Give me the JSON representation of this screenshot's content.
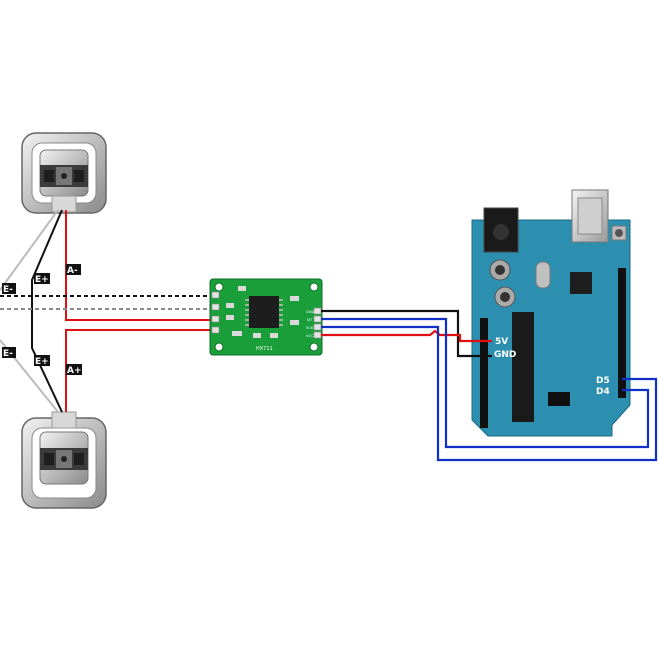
{
  "load_cell_labels": {
    "top_left_em": "E-",
    "top_ep": "E+",
    "top_am": "A-",
    "bottom_left_em": "E-",
    "bottom_ep": "E+",
    "bottom_ap": "A+"
  },
  "hx711": {
    "label": "HX711",
    "pins": [
      "GND",
      "DT",
      "SCK",
      "VCC"
    ]
  },
  "arduino": {
    "pin_5v": "5V",
    "pin_gnd": "GND",
    "pin_d5": "D5",
    "pin_d4": "D4"
  },
  "wire_colors": {
    "red": "#e01010",
    "black": "#111111",
    "white": "#bbbbbb",
    "blue": "#1030c8",
    "board_green": "#1a9e3a",
    "arduino_teal": "#2d8fb0"
  }
}
